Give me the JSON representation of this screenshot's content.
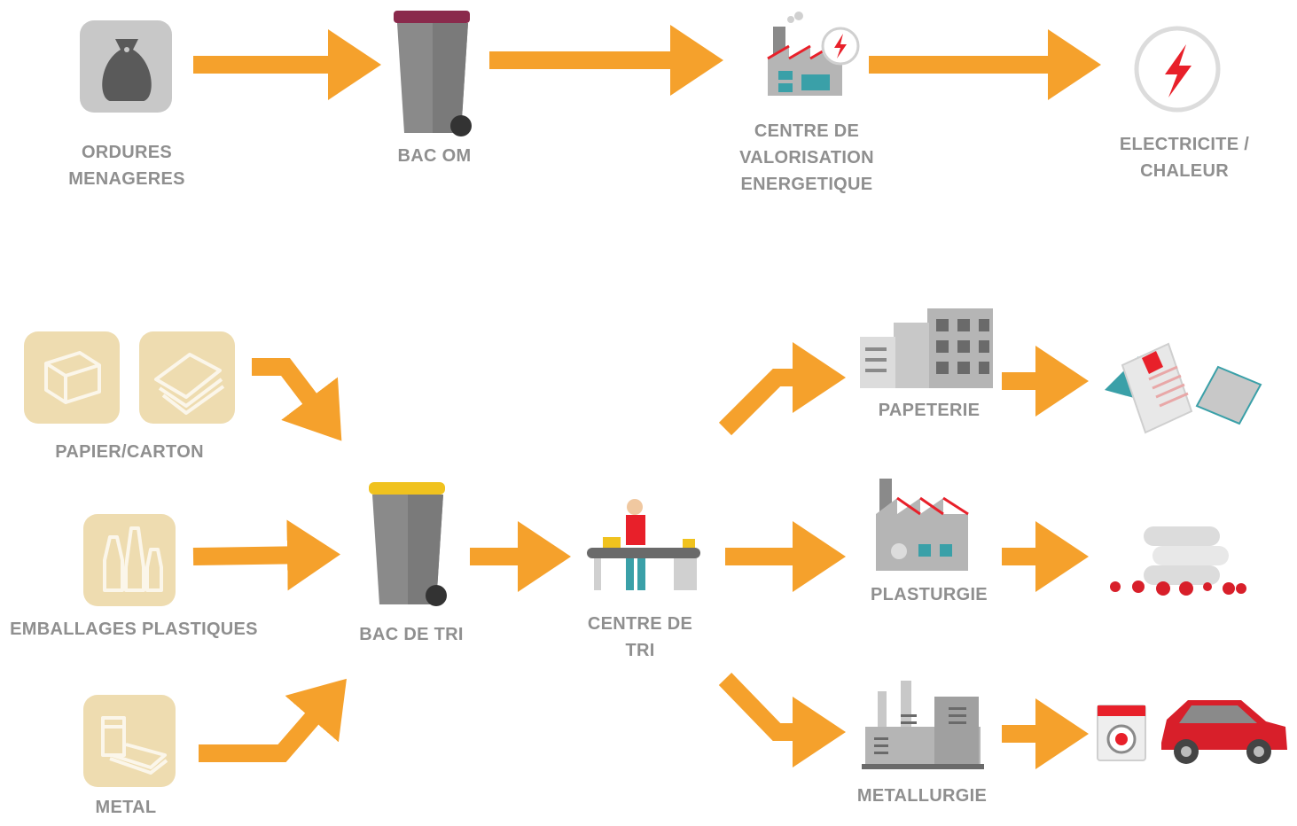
{
  "colors": {
    "arrow": "#f5a12c",
    "label": "#8f8f8f",
    "tile": "#eedcb0",
    "tile_icon": "#fbf6ea",
    "bag_tile": "#c8c8c8",
    "bin_body": "#8a8a8a",
    "bin_lid_om": "#8a2a4c",
    "bin_lid_tri": "#f0c21e",
    "accent_red": "#e8202a"
  },
  "stream_om": {
    "source": [
      "ORDURES",
      "MENAGERES"
    ],
    "bin": [
      "BAC OM"
    ],
    "plant": [
      "CENTRE DE",
      "VALORISATION",
      "ENERGETIQUE"
    ],
    "output": [
      "ELECTRICITE /",
      "CHALEUR"
    ]
  },
  "stream_tri": {
    "sources": [
      {
        "lines": [
          "PAPIER/CARTON"
        ],
        "icon": "paper-cardboard-icon"
      },
      {
        "lines": [
          "EMBALLAGES PLASTIQUES"
        ],
        "icon": "plastic-bottles-icon"
      },
      {
        "lines": [
          "METAL"
        ],
        "icon": "metal-cans-icon"
      }
    ],
    "bin": [
      "BAC DE TRI"
    ],
    "center": [
      "CENTRE DE",
      "TRI"
    ],
    "industries": [
      {
        "lines": [
          "PAPETERIE"
        ],
        "icon": "paper-mill-icon",
        "product_icon": "paper-products-icon"
      },
      {
        "lines": [
          "PLASTURGIE"
        ],
        "icon": "plastics-factory-icon",
        "product_icon": "plastic-pellets-icon"
      },
      {
        "lines": [
          "METALLURGIE"
        ],
        "icon": "steel-plant-icon",
        "product_icon": "washing-machine-car-icon"
      }
    ]
  }
}
